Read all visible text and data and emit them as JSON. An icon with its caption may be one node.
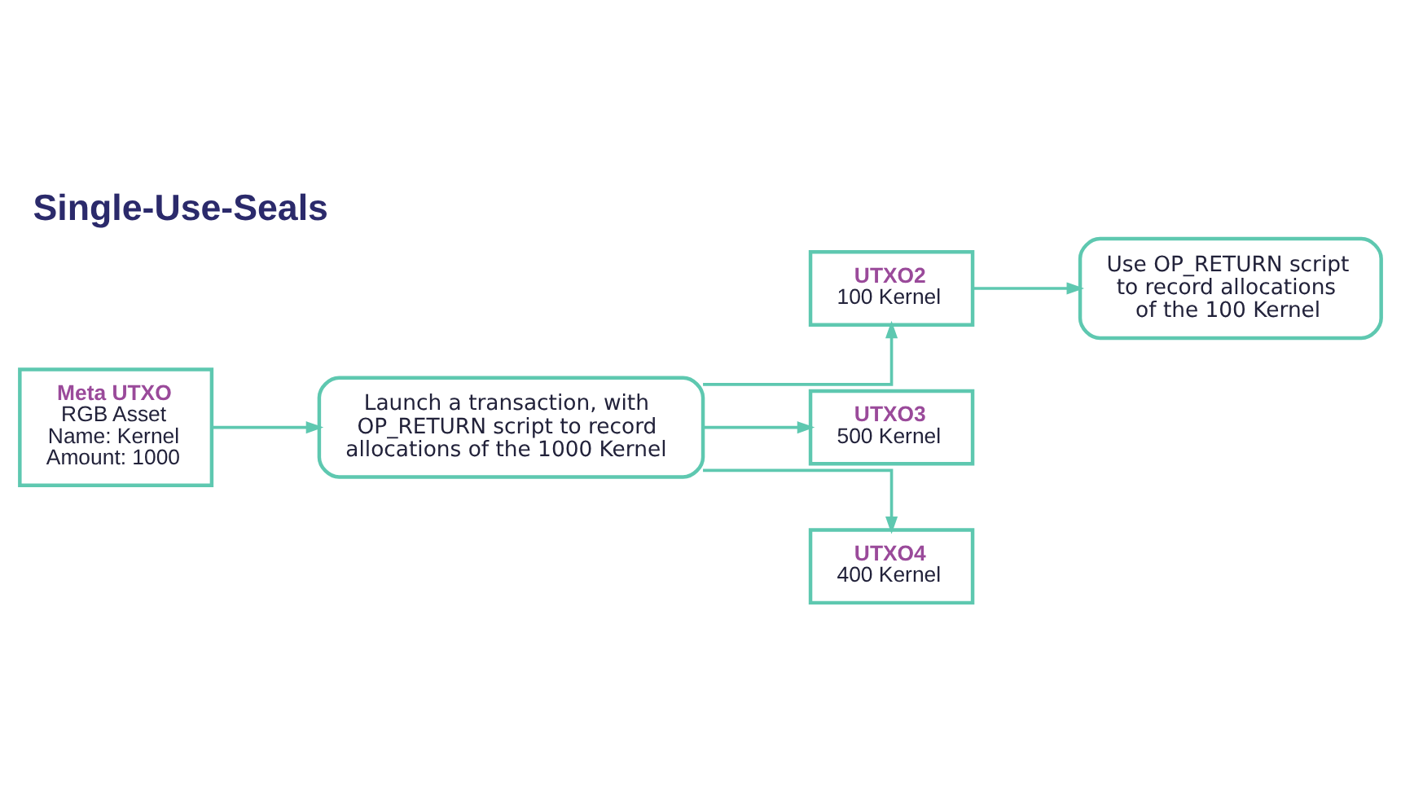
{
  "diagram": {
    "title": "Single-Use-Seals",
    "nodes": [
      {
        "text": [
          "Meta UTXO",
          "RGB Asset",
          "Name: Kernel",
          "Amount: 1000"
        ]
      },
      {
        "text": [
          "Launch a transaction, with OP_RETURN script to record allocations of the 1000 Kernel"
        ]
      },
      {
        "text": [
          "UTXO2",
          "100 Kernel"
        ]
      },
      {
        "text": [
          "UTXO3",
          "500 Kernel"
        ]
      },
      {
        "text": [
          "UTXO4",
          "400 Kernel"
        ]
      },
      {
        "text": [
          "Use OP_RETURN script to record allocations of the 100 Kernel"
        ]
      }
    ],
    "edges": [
      {
        "from": 0,
        "to": 1,
        "arrow": "to"
      },
      {
        "from": 1,
        "to": 2,
        "arrow": "to"
      },
      {
        "from": 1,
        "to": 3,
        "arrow": "to"
      },
      {
        "from": 1,
        "to": 4,
        "arrow": "to"
      },
      {
        "from": 2,
        "to": 5,
        "arrow": "to"
      }
    ]
  }
}
